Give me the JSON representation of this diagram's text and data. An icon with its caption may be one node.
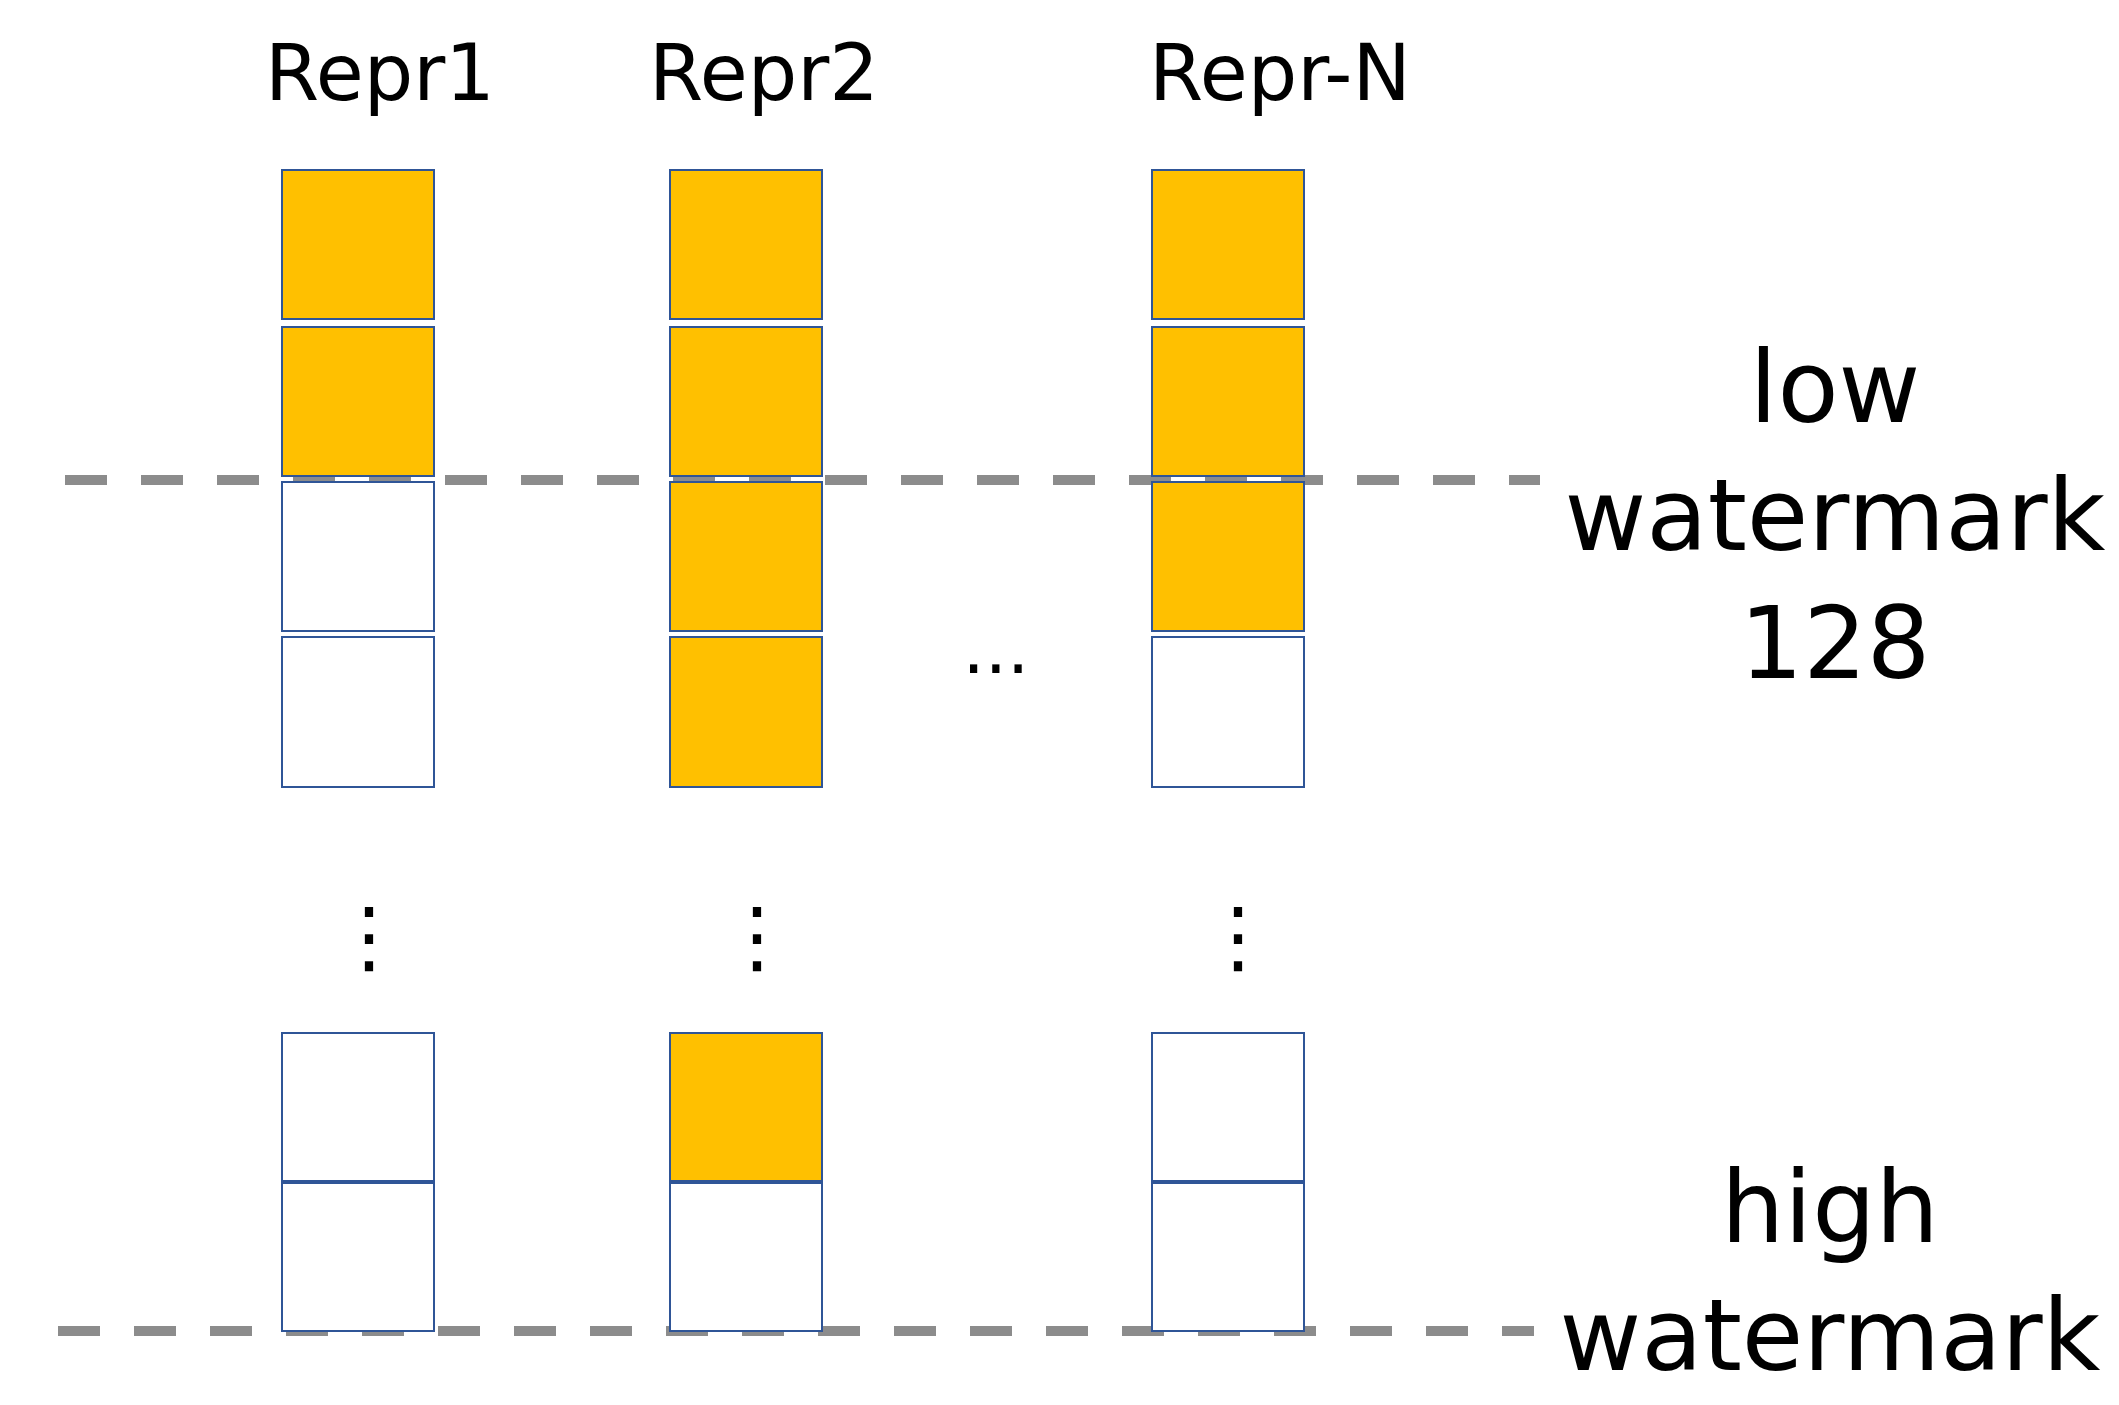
{
  "diagram": {
    "nodes": [
      {
        "text": [],
        "shape": "box"
      },
      {
        "text": [],
        "shape": "box"
      },
      {
        "text": [],
        "shape": "box"
      },
      {
        "text": [],
        "shape": "box"
      },
      {
        "text": [],
        "shape": "box"
      },
      {
        "text": [],
        "shape": "box"
      },
      {
        "text": [],
        "shape": "box"
      },
      {
        "text": [],
        "shape": "box"
      },
      {
        "text": [],
        "shape": "box"
      },
      {
        "text": [],
        "shape": "box"
      },
      {
        "text": [],
        "shape": "box"
      },
      {
        "text": [],
        "shape": "box"
      },
      {
        "text": [],
        "shape": "box"
      },
      {
        "text": [],
        "shape": "box"
      },
      {
        "text": [],
        "shape": "box"
      },
      {
        "text": [],
        "shape": "box"
      },
      {
        "text": [],
        "shape": "box"
      },
      {
        "text": [],
        "shape": "box"
      }
    ],
    "labels": [
      "Repr1",
      "Repr2",
      "Repr-N",
      "low watermark 128",
      "...",
      "⋮",
      "⋮",
      "⋮",
      "high watermark"
    ]
  }
}
